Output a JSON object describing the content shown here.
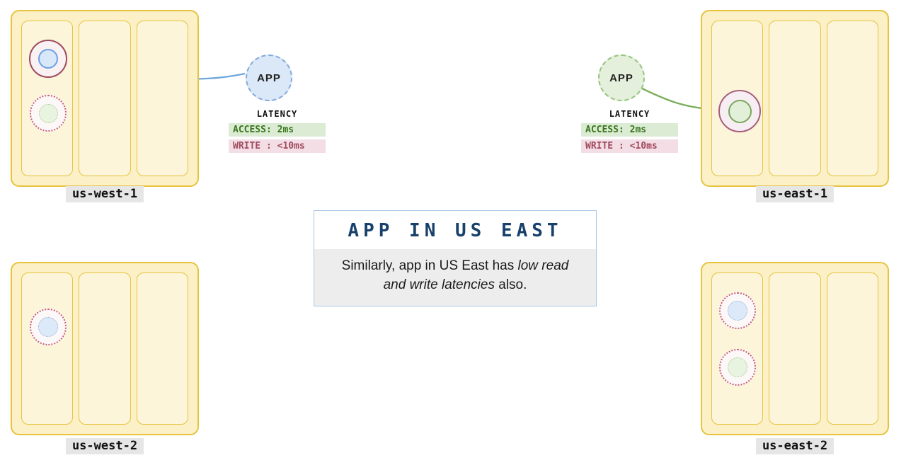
{
  "regions": {
    "us_west_1": {
      "label": "us-west-1"
    },
    "us_east_1": {
      "label": "us-east-1"
    },
    "us_west_2": {
      "label": "us-west-2"
    },
    "us_east_2": {
      "label": "us-east-2"
    }
  },
  "apps": {
    "west": {
      "label": "APP",
      "latency_title": "LATENCY",
      "access": "ACCESS: 2ms",
      "write": "WRITE : <10ms"
    },
    "east": {
      "label": "APP",
      "latency_title": "LATENCY",
      "access": "ACCESS: 2ms",
      "write": "WRITE : <10ms"
    }
  },
  "callout": {
    "title": "APP IN US EAST",
    "body_prefix": "Similarly, app in US East has ",
    "body_italic": "low read and write latencies",
    "body_suffix": " also."
  },
  "colors": {
    "region_fill": "#FBF0C6",
    "region_border": "#E7C33E",
    "access_bg": "#DCEBD3",
    "access_text": "#38761D",
    "write_bg": "#F3DEE6",
    "write_text": "#A14A5E",
    "app_west_fill": "#DAE8F8",
    "app_west_border": "#85A9DC",
    "app_east_fill": "#E4F0DB",
    "app_east_border": "#94C47E",
    "arrow_west": "#6FA8DC",
    "arrow_east": "#7BAE5C",
    "callout_title_text": "#17406B",
    "callout_border": "#A9C7E7"
  }
}
